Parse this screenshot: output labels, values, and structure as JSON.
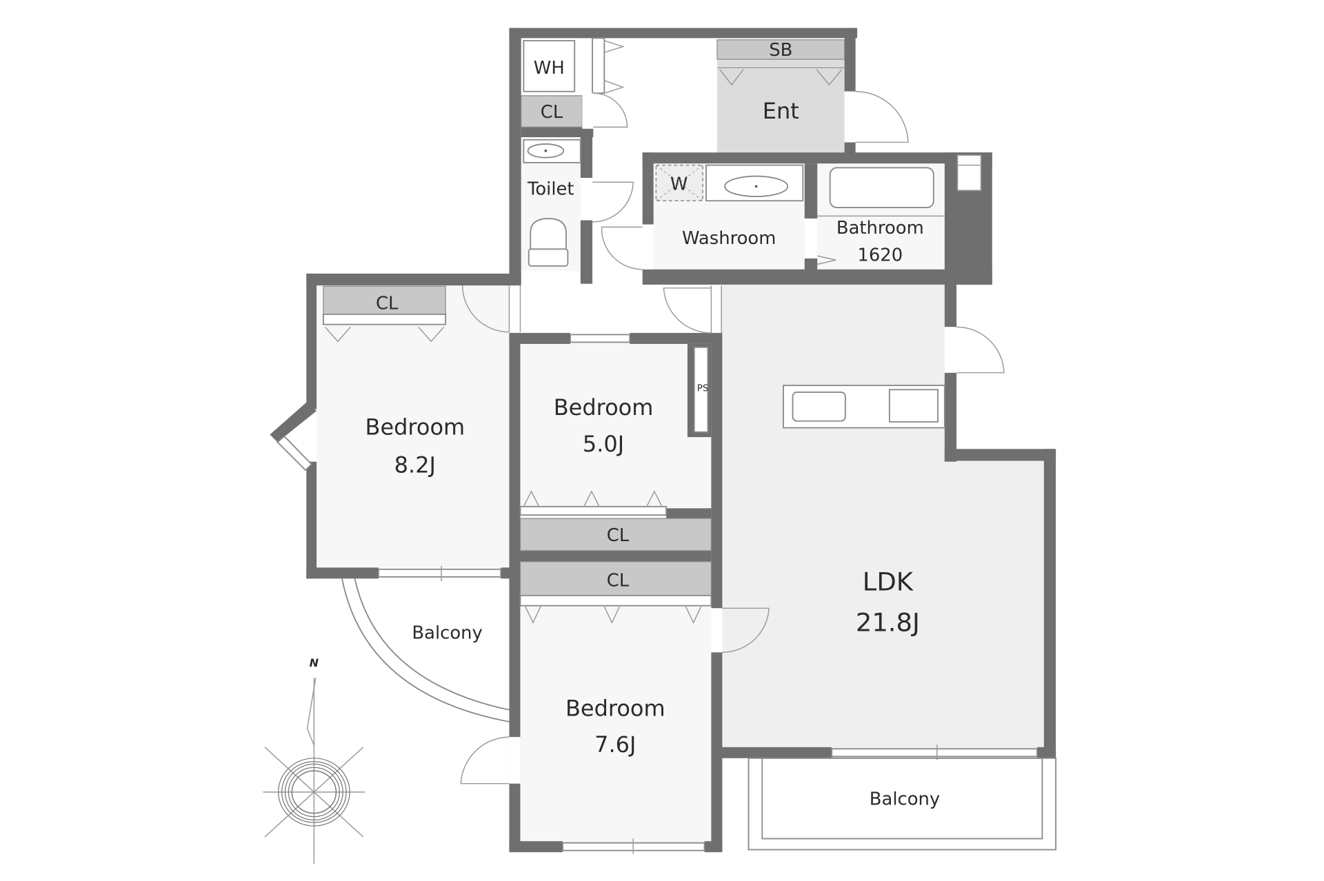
{
  "floor_plan": {
    "rooms": [
      {
        "id": "ldk",
        "name": "LDK",
        "size": "21.8J"
      },
      {
        "id": "bedroom_west",
        "name": "Bedroom",
        "size": "8.2J"
      },
      {
        "id": "bedroom_center",
        "name": "Bedroom",
        "size": "5.0J"
      },
      {
        "id": "bedroom_south",
        "name": "Bedroom",
        "size": "7.6J"
      },
      {
        "id": "washroom",
        "name": "Washroom"
      },
      {
        "id": "bathroom",
        "name": "Bathroom",
        "size": "1620"
      },
      {
        "id": "toilet",
        "name": "Toilet"
      },
      {
        "id": "entrance",
        "name": "Ent"
      },
      {
        "id": "balcony_west",
        "name": "Balcony"
      },
      {
        "id": "balcony_south",
        "name": "Balcony"
      }
    ],
    "storage": [
      {
        "id": "wh",
        "label": "WH"
      },
      {
        "id": "cl_hall",
        "label": "CL"
      },
      {
        "id": "sb",
        "label": "SB"
      },
      {
        "id": "cl_bedroom_west",
        "label": "CL"
      },
      {
        "id": "cl_bedroom_center",
        "label": "CL"
      },
      {
        "id": "cl_bedroom_south",
        "label": "CL"
      },
      {
        "id": "ps",
        "label": "PS"
      },
      {
        "id": "washer",
        "label": "W"
      }
    ],
    "compass": {
      "north_label": "N"
    },
    "colors": {
      "wall": "#6f6f6f",
      "room_floor": "#f7f7f7",
      "ldk_floor": "#efefef",
      "entrance_floor": "#dcdcdc",
      "storage": "#c8c8c8",
      "line": "#8a8a8a",
      "text": "#2b2b2b"
    }
  }
}
